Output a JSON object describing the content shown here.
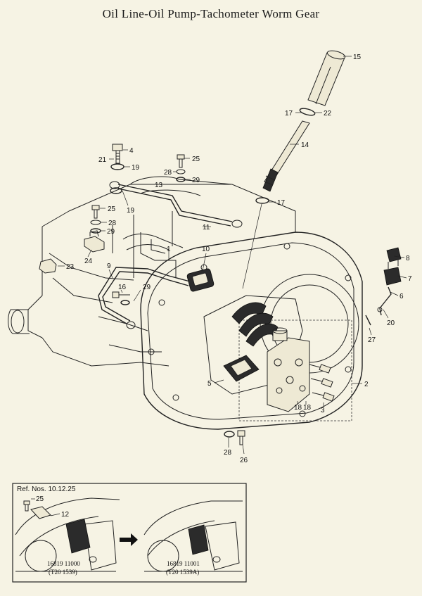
{
  "title": "Oil Line-Oil Pump-Tachometer Worm Gear",
  "inset": {
    "header": "Ref. Nos. 10.12.25",
    "left_code_1": "16819 11000",
    "left_code_2": "(T20 1539)",
    "right_code_1": "16819 11001",
    "right_code_2": "(T20 1539A)",
    "labels": {
      "c25": "25",
      "c12": "12"
    }
  },
  "callouts": {
    "c1": "1",
    "c2": "2",
    "c3": "3",
    "c4": "4",
    "c5": "5",
    "c6": "6",
    "c7": "7",
    "c8": "8",
    "c9": "9",
    "c10": "10",
    "c11": "11",
    "c13": "13",
    "c14": "14",
    "c15": "15",
    "c16": "16",
    "c17a": "17",
    "c17b": "17",
    "c18a": "18",
    "c18b": "18",
    "c19a": "19",
    "c19b": "19",
    "c20": "20",
    "c21": "21",
    "c22": "22",
    "c23": "23",
    "c24": "24",
    "c25a": "25",
    "c25b": "25",
    "c26": "26",
    "c27": "27",
    "c28a": "28",
    "c28b": "28",
    "c28c": "28",
    "c29a": "29",
    "c29b": "29",
    "c29c": "29"
  }
}
